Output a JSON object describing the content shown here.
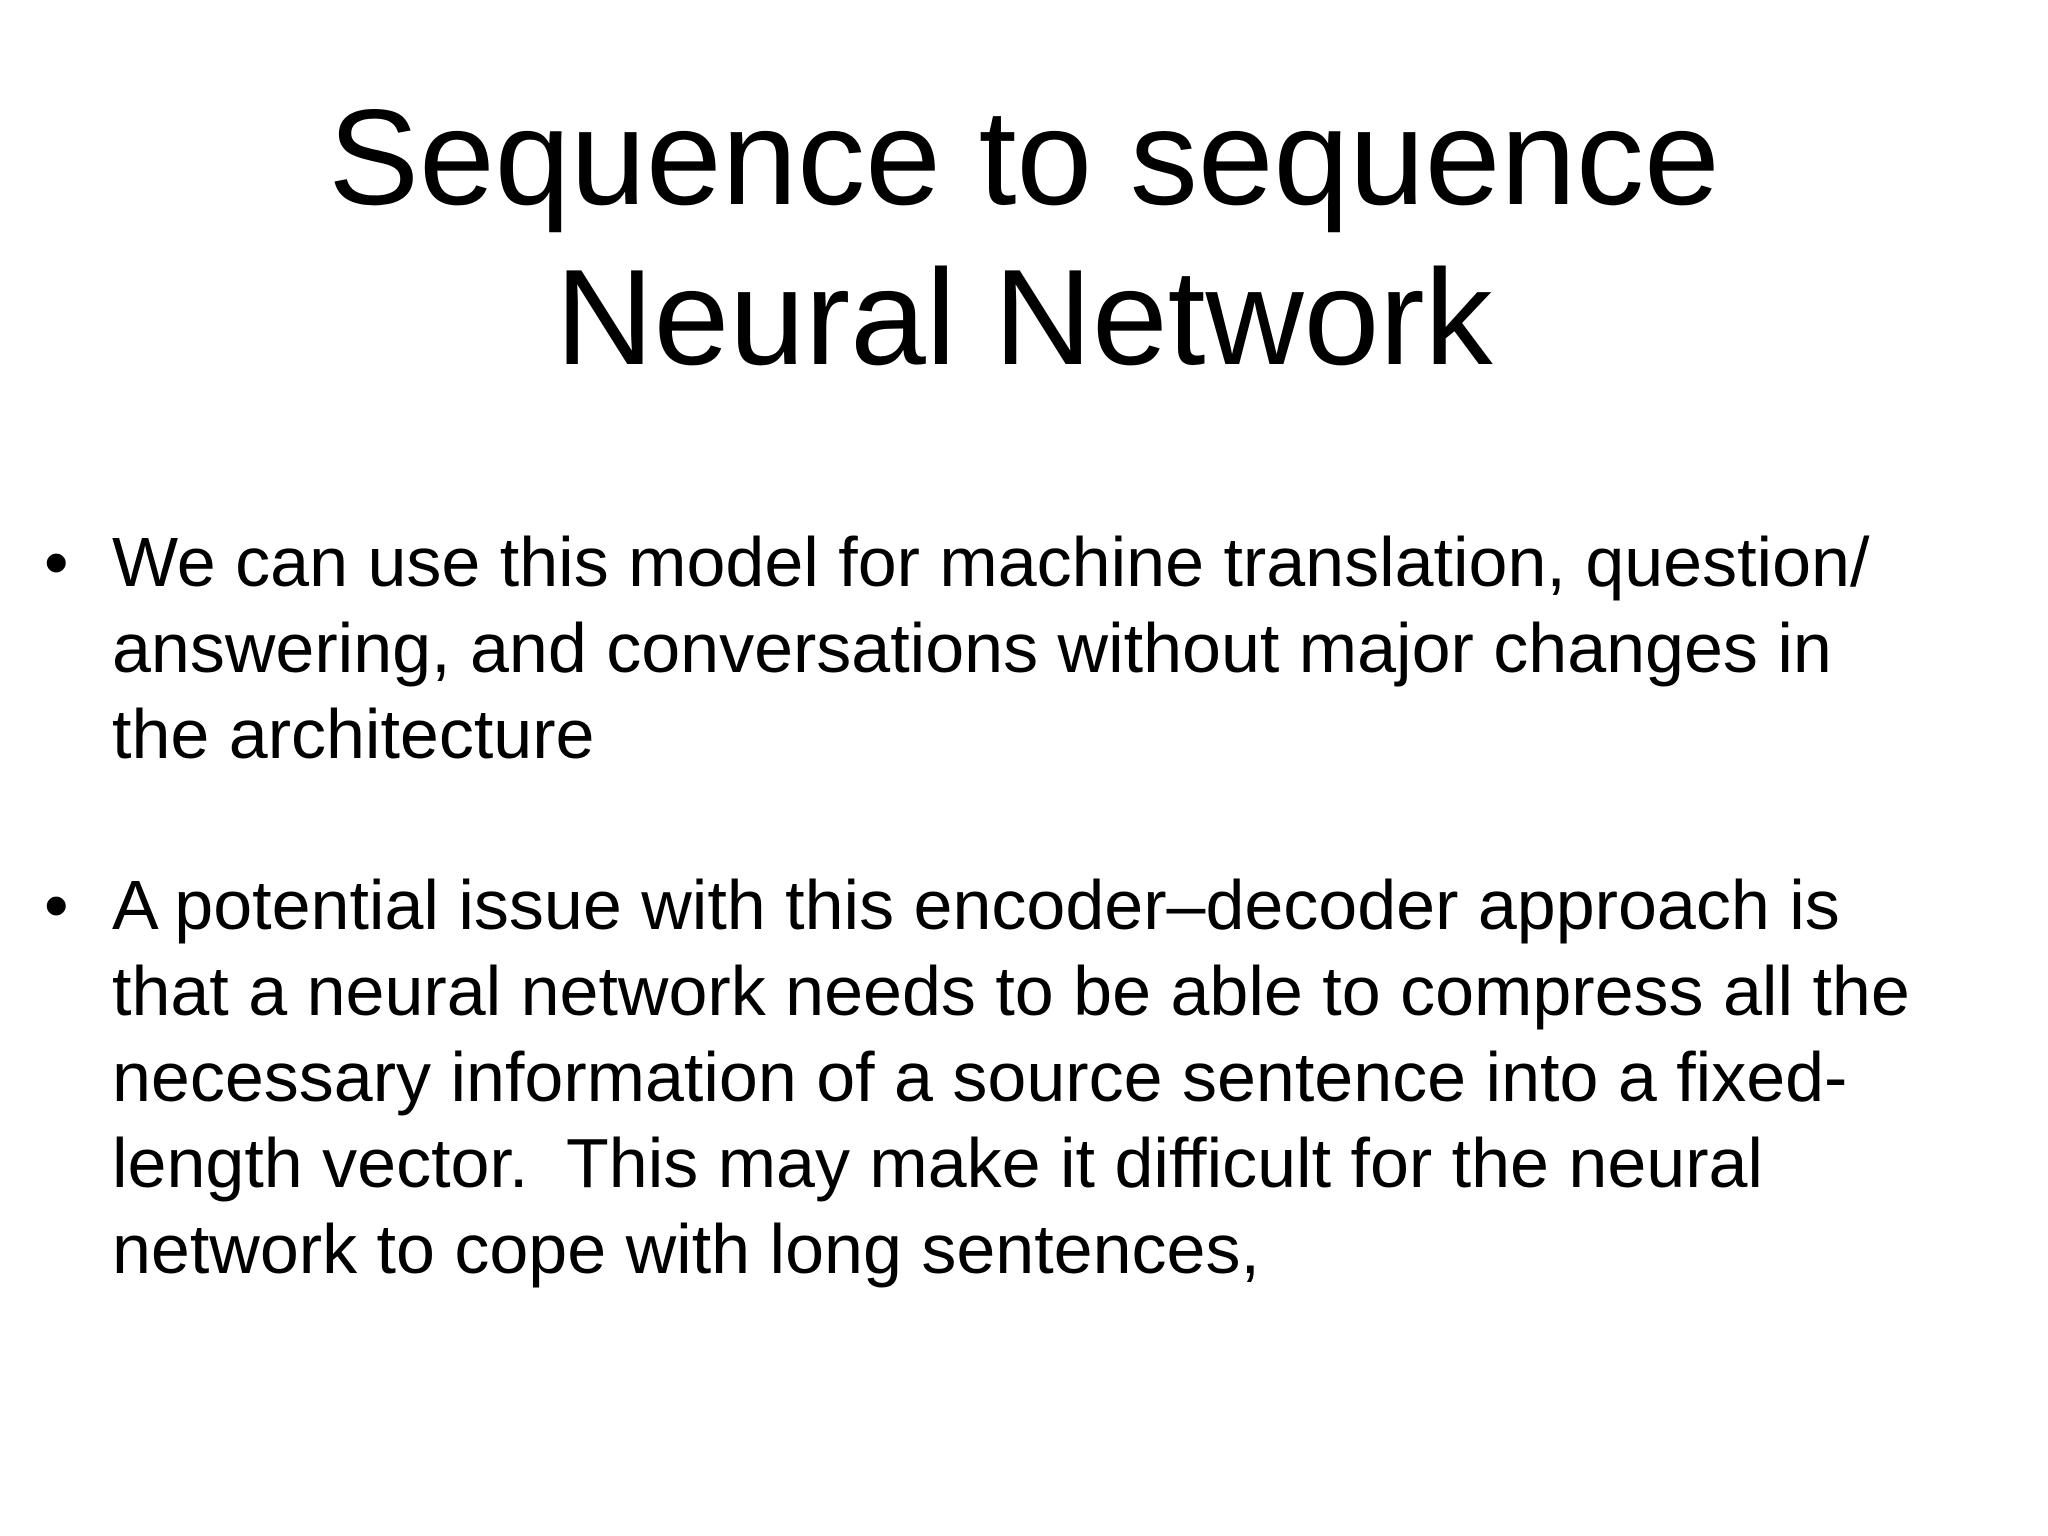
{
  "slide": {
    "title": "Sequence to sequence\nNeural Network",
    "bullets": [
      {
        "marker": "•",
        "text": "We can use this model for machine translation, question/\nanswering, and conversations without major changes in\nthe architecture"
      },
      {
        "marker": "•",
        "text": "A potential issue with this encoder–decoder approach is\nthat a neural network needs to be able to compress all the\nnecessary information of a source sentence into a fixed-\nlength vector.  This may make it difficult for the neural\nnetwork to cope with long sentences,"
      }
    ],
    "colors": {
      "background": "#ffffff",
      "text": "#000000"
    }
  }
}
